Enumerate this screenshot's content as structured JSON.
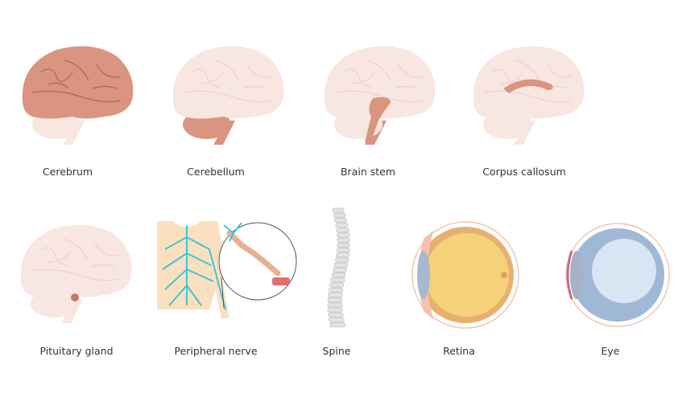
{
  "items": [
    {
      "label": "Cerebrum",
      "highlight": "cerebrum"
    },
    {
      "label": "Cerebellum",
      "highlight": "cerebellum"
    },
    {
      "label": "Brain stem",
      "highlight": "stem"
    },
    {
      "label": "Corpus callosum",
      "highlight": "callosum"
    },
    {
      "label": "Pituitary gland",
      "highlight": "pituitary"
    },
    {
      "label": "Peripheral nerve"
    },
    {
      "label": "Spine"
    },
    {
      "label": "Retina"
    },
    {
      "label": "Eye"
    }
  ],
  "colors": {
    "pale": "#f8e6e0",
    "highlight": "#d99580",
    "highlight_dark": "#c07a66",
    "nerve": "#3cc6d6",
    "skin": "#fbe0c0",
    "eye": "#b9cde0"
  }
}
